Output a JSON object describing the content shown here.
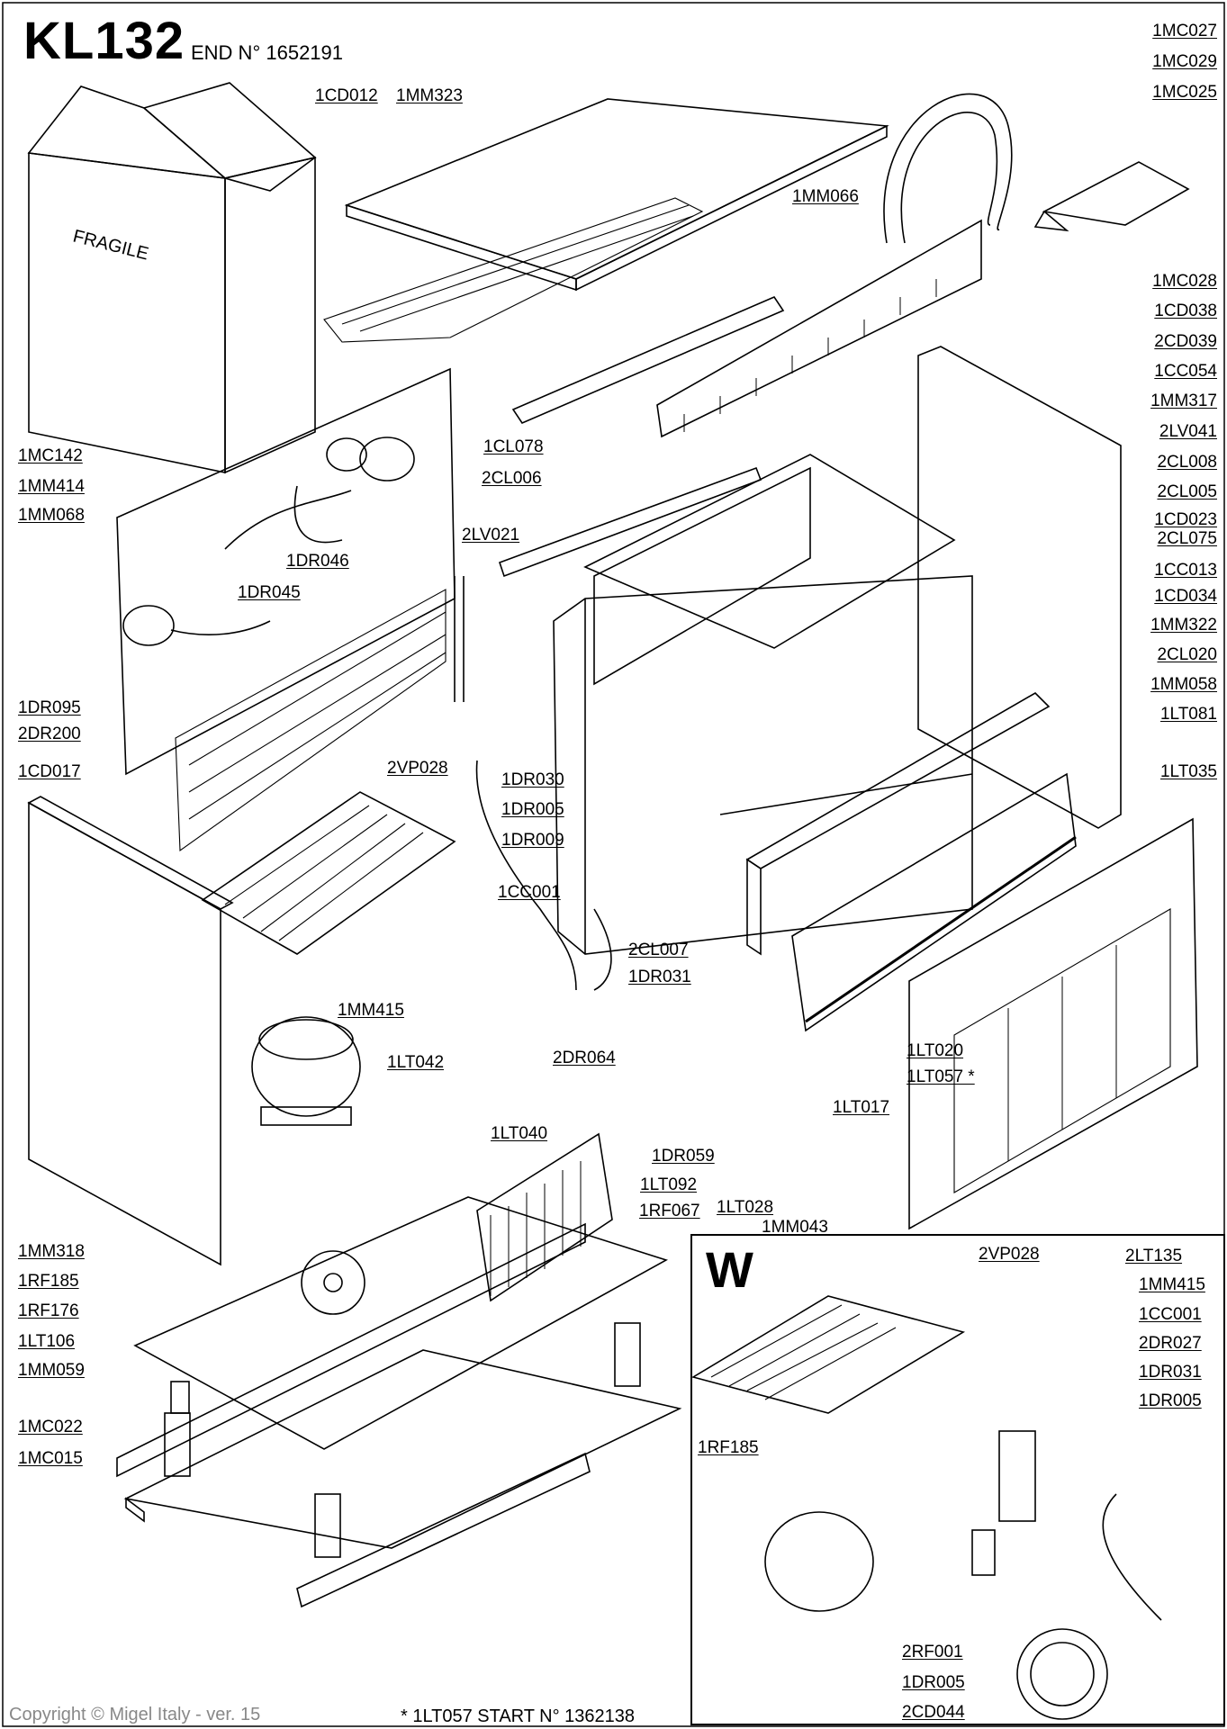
{
  "header": {
    "model": "KL132",
    "end_number": "END N° 1652191"
  },
  "footer": {
    "copyright": "Copyright © Migel Italy - ver. 15",
    "footnote": "* 1LT057  START N° 1362138"
  },
  "box_marking": "FRAGILE",
  "inset": {
    "variant_letter": "W"
  },
  "labels": {
    "left": [
      "1MC142",
      "1MM414",
      "1MM068",
      "1DR095",
      "2DR200",
      "1CD017",
      "1MM318",
      "1RF185",
      "1RF176",
      "1LT106",
      "1MM059",
      "1MC022",
      "1MC015"
    ],
    "right": [
      "1MC027",
      "1MC029",
      "1MC025",
      "1MC028",
      "1CD038",
      "2CD039",
      "1CC054",
      "1MM317",
      "2LV041",
      "2CL008",
      "2CL005",
      "1CD023",
      "2CL075",
      "1CC013",
      "1CD034",
      "1MM322",
      "2CL020",
      "1MM058",
      "1LT081",
      "1LT035"
    ],
    "top": [
      "1CD012",
      "1MM323",
      "1MM066"
    ],
    "center": [
      "1CL078",
      "2CL006",
      "2LV021",
      "1DR046",
      "1DR045",
      "2VP028",
      "1DR030",
      "1DR005",
      "1DR009",
      "1CC001",
      "2CL007",
      "1DR031",
      "1MM415",
      "2DR064",
      "1LT042",
      "1LT040",
      "1LT020",
      "1LT057 *",
      "1LT017",
      "1DR059",
      "1LT092",
      "1LT028",
      "1RF067",
      "1MM043"
    ],
    "inset": [
      "2VP028",
      "2LT135",
      "1MM415",
      "1CC001",
      "2DR027",
      "1DR031",
      "1DR005",
      "1RF185",
      "2RF001",
      "1DR005",
      "2CD044"
    ]
  }
}
